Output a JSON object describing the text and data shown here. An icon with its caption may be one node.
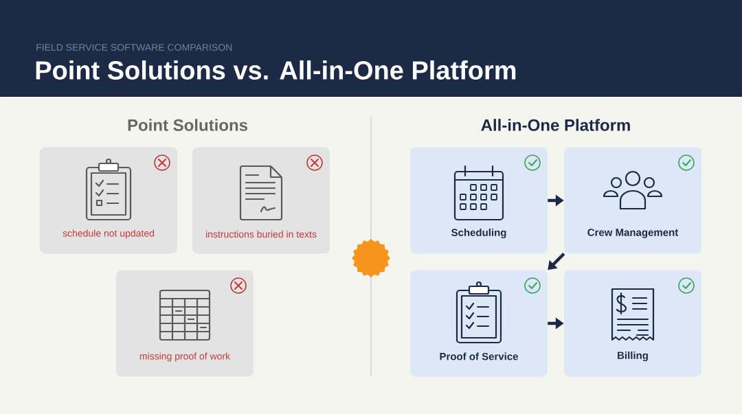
{
  "diagram": {
    "title": "Point Solutions vs. All-in-One Platform",
    "nodes": [
      {
        "text": [
          "schedule not updated"
        ]
      },
      {
        "text": [
          "instructions buried in texts"
        ]
      },
      {
        "text": [
          "missing proof of work"
        ]
      },
      {
        "text": [
          "Scheduling"
        ]
      },
      {
        "text": [
          "Crew Management"
        ]
      },
      {
        "text": [
          "Proof of Service"
        ]
      },
      {
        "text": [
          "Billing"
        ]
      }
    ],
    "edges": [
      {
        "from": 3,
        "to": 4,
        "arrow": "to"
      },
      {
        "from": 4,
        "to": 5,
        "arrow": "to"
      },
      {
        "from": 5,
        "to": 6,
        "arrow": "to"
      }
    ],
    "labels": [
      "FIELD SERVICE SOFTWARE COMPARISON",
      "Point Solutions",
      "All-in-One Platform"
    ]
  }
}
